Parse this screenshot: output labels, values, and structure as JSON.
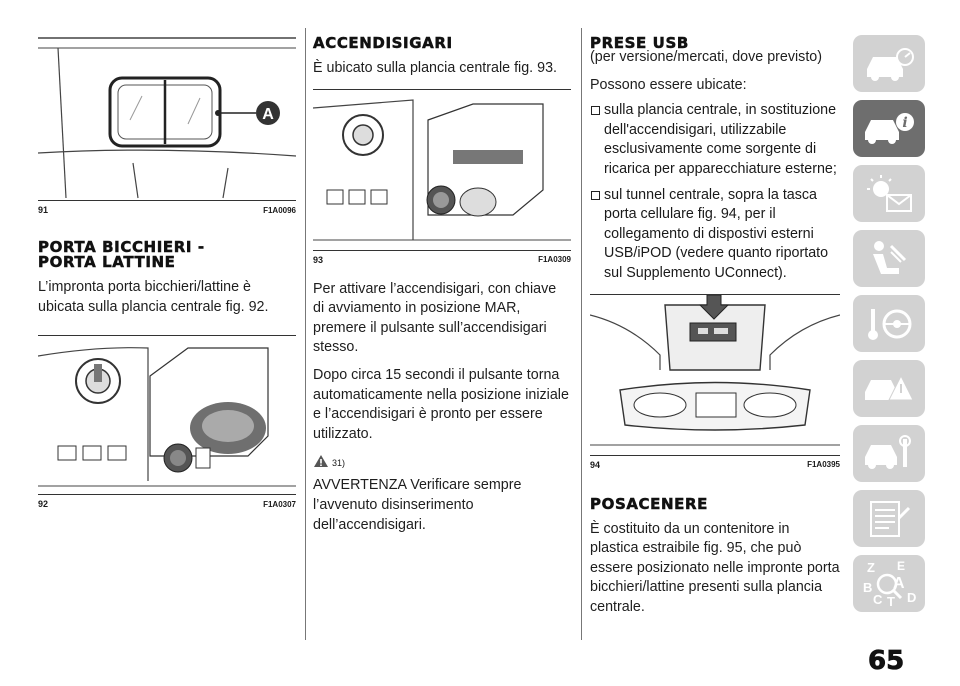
{
  "col1": {
    "fig91": {
      "number": "91",
      "code": "F1A0096",
      "label": "A"
    },
    "section1": {
      "title_line1": "PORTA BICCHIERI -",
      "title_line2": "PORTA LATTINE",
      "paragraph": "L’impronta porta bicchieri/lattine è ubicata sulla plancia centrale fig. 92."
    },
    "fig92": {
      "number": "92",
      "code": "F1A0307"
    }
  },
  "col2": {
    "section": {
      "title": "ACCENDISIGARI",
      "paragraph1": "È ubicato sulla plancia centrale fig. 93."
    },
    "fig93": {
      "number": "93",
      "code": "F1A0309"
    },
    "paragraph2": "Per attivare l’accendisigari, con chiave di avviamento in posizione MAR, premere il pulsante sull’accendisigari stesso.",
    "paragraph3": "Dopo circa 15 secondi il pulsante torna automaticamente nella posizione iniziale e l’accendisigari è pronto per essere utilizzato.",
    "warning_ref": "31)",
    "warning_text": "AVVERTENZA Verificare sempre l’avvenuto disinserimento dell’accendisigari."
  },
  "col3": {
    "usb": {
      "title": "PRESE USB",
      "subtitle": "(per versione/mercati, dove previsto)",
      "intro": "Possono essere ubicate:",
      "items": [
        "sulla plancia centrale, in sostituzione dell'accendisigari, utilizzabile esclusivamente come sorgente di ricarica per apparecchiature esterne;",
        "sul tunnel centrale, sopra la tasca porta cellulare fig. 94, per il collegamento di dispostivi esterni USB/iPOD (vedere quanto riportato sul Supplemento UConnect)."
      ]
    },
    "fig94": {
      "number": "94",
      "code": "F1A0395"
    },
    "posacenere": {
      "title": "POSACENERE",
      "paragraph": "È costituito da un contenitore in plastica estraibile fig. 95, che può essere posizionato nelle impronte porta bicchieri/lattine presenti sulla plancia centrale."
    }
  },
  "sidebar": {
    "tabs": [
      {
        "icon": "car-dashboard-icon",
        "active": false
      },
      {
        "icon": "car-info-icon",
        "active": true
      },
      {
        "icon": "warning-light-message-icon",
        "active": false
      },
      {
        "icon": "seat-airbag-icon",
        "active": false
      },
      {
        "icon": "key-steering-wheel-icon",
        "active": false
      },
      {
        "icon": "car-warning-triangle-icon",
        "active": false
      },
      {
        "icon": "car-wrench-icon",
        "active": false
      },
      {
        "icon": "specifications-list-icon",
        "active": false
      },
      {
        "icon": "index-search-icon",
        "active": false
      }
    ],
    "index_letters": [
      "Z",
      "E",
      "A",
      "B",
      "C",
      "T",
      "D"
    ]
  },
  "page_number": "65",
  "colors": {
    "sidebar_tab": "#d2d2d2",
    "sidebar_tab_active": "#6e6e6e",
    "text": "#1a1a1a"
  }
}
